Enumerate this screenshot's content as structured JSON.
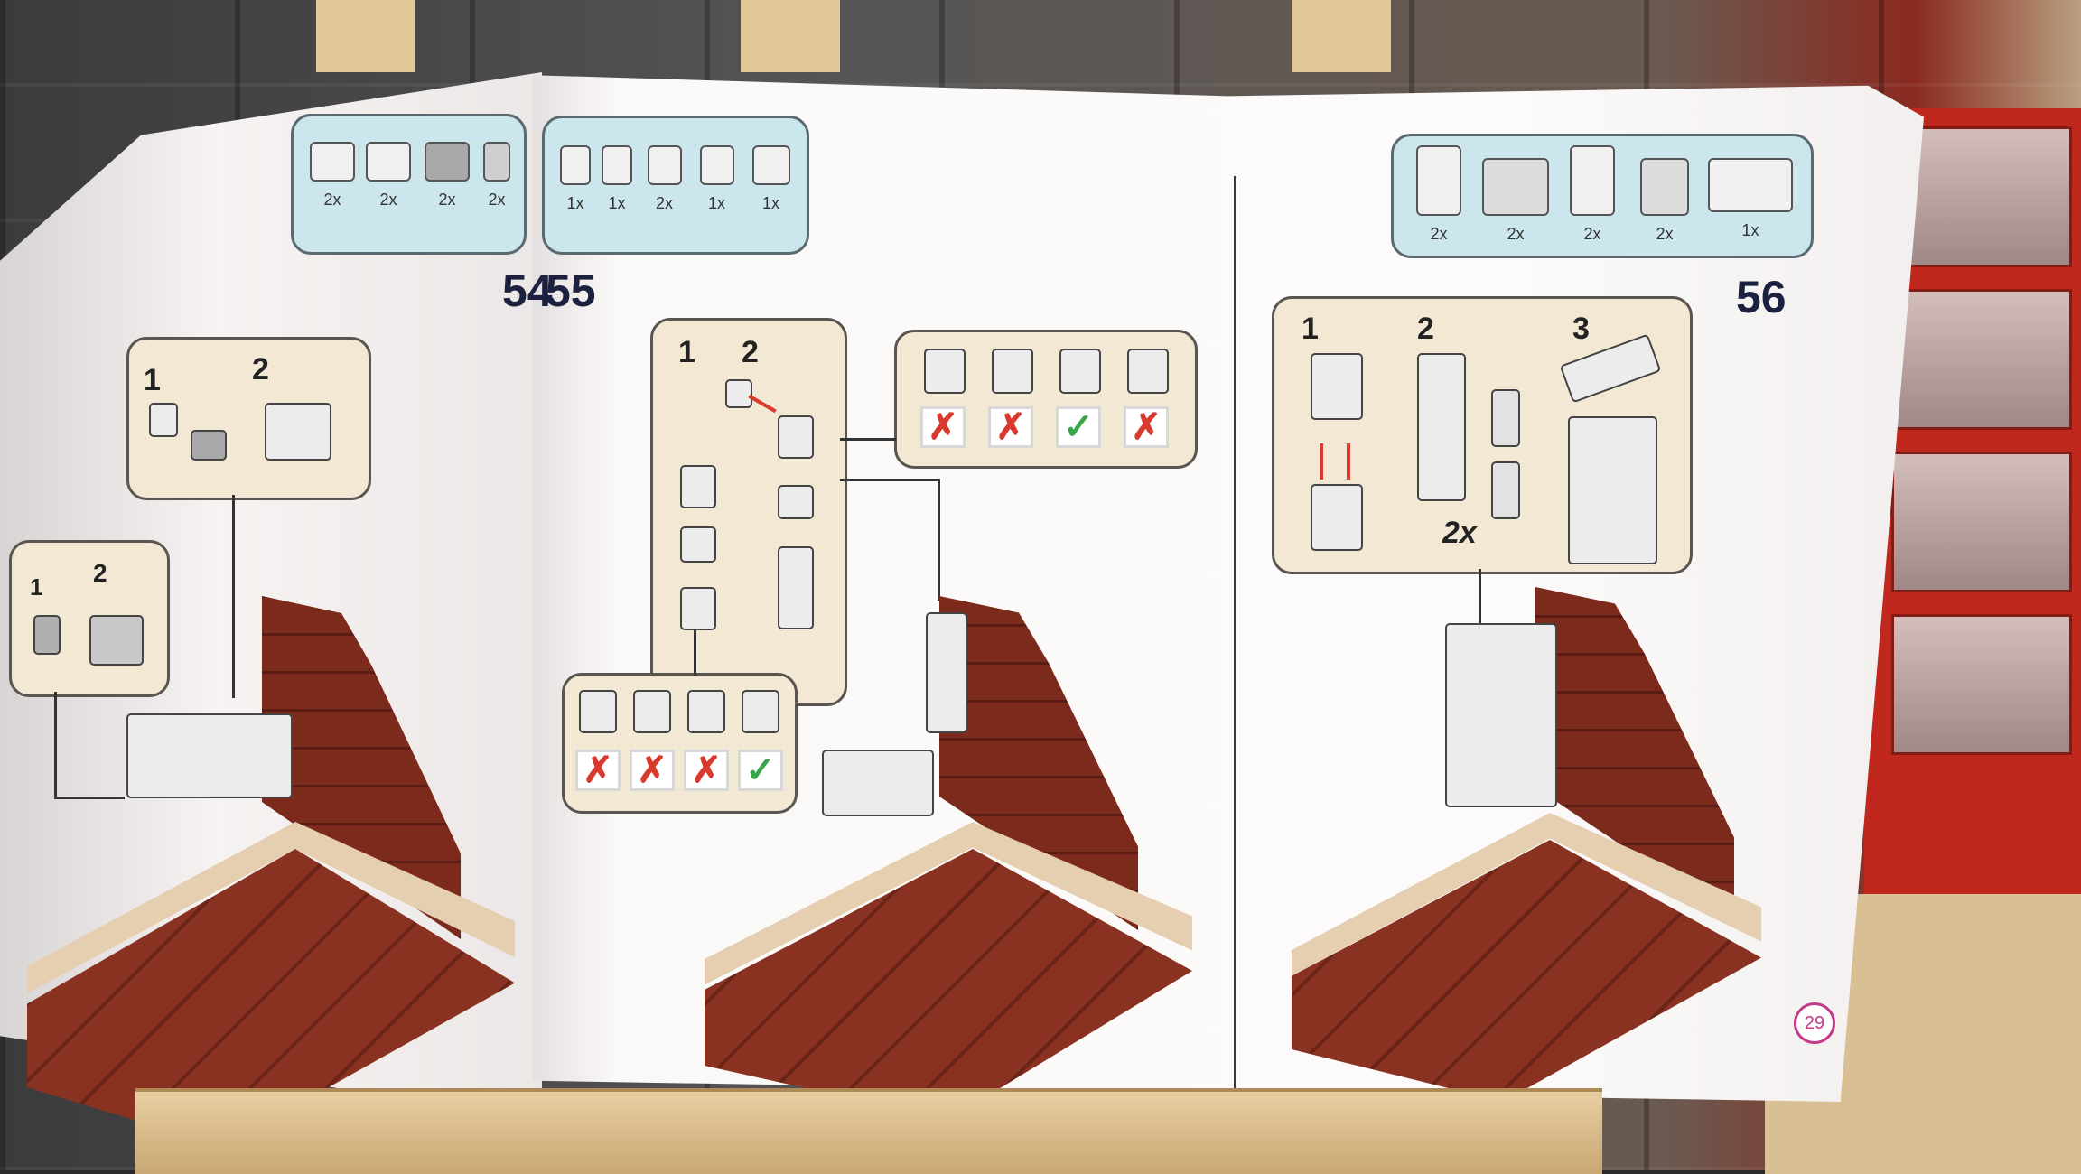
{
  "steps": {
    "left_partial": "54",
    "s55": "55",
    "s56": "56"
  },
  "parts": {
    "s54": [
      "2x",
      "2x",
      "2x",
      "2x"
    ],
    "s55": [
      "1x",
      "1x",
      "2x",
      "1x",
      "1x"
    ],
    "s56": [
      "2x",
      "2x",
      "2x",
      "2x",
      "1x"
    ]
  },
  "subassembly_labels": {
    "s54_a": [
      "1",
      "2"
    ],
    "s54_b": [
      "1",
      "2"
    ],
    "s55": [
      "1",
      "2"
    ],
    "s56": [
      "1",
      "2",
      "3"
    ],
    "s56_multiplier": "2x"
  },
  "page_number": "29",
  "colors": {
    "parts_panel": "#cce6ee",
    "subassembly_panel": "#f2e8d3",
    "arrow_red": "#d83a2e",
    "check_green": "#3aa64a",
    "brick_reddish_brown": "#7c2a1c",
    "brick_tan": "#e6cfb0",
    "page_badge": "#c43a8a"
  },
  "icons": {
    "wrong": "cross-mark-icon",
    "correct": "check-mark-icon"
  }
}
